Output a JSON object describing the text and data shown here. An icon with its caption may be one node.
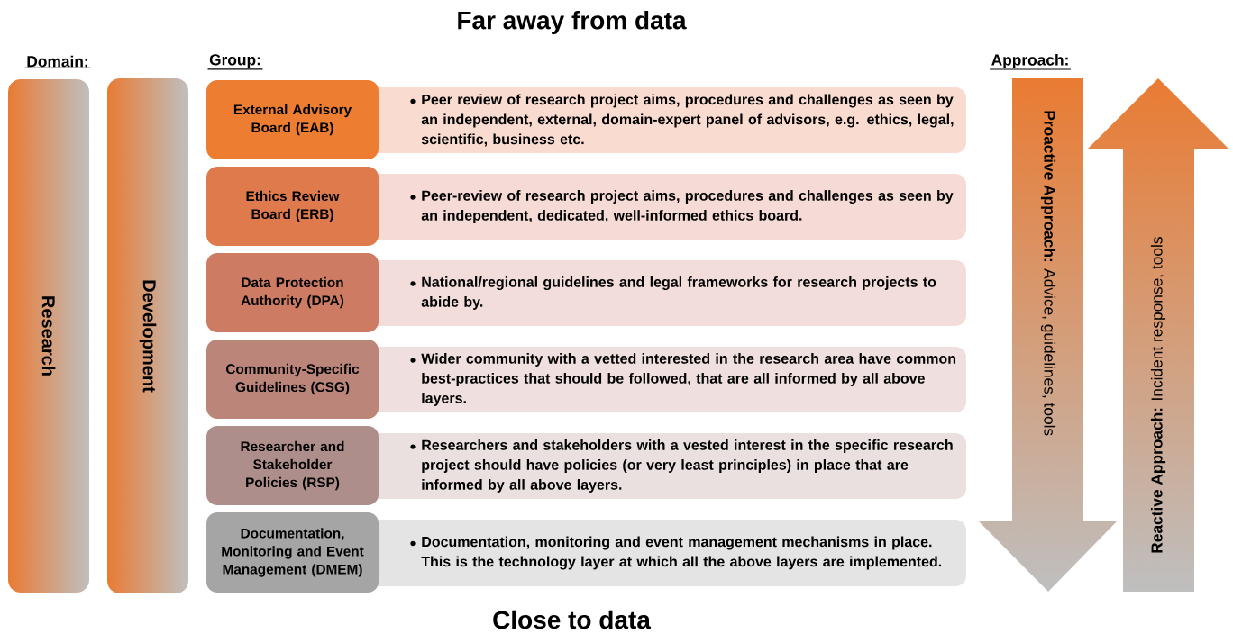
{
  "diagram": {
    "title": "Far away from data",
    "nodes": [
      {
        "text": [
          "Research"
        ]
      },
      {
        "text": [
          "Development"
        ]
      },
      {
        "text": [
          "External Advisory Board (EAB)"
        ]
      },
      {
        "text": [
          "Peer review of research project aims, procedures and challenges as seen by an independent, external, domain-expert panel of advisors, e.g. ethics, legal, scientific, business etc."
        ]
      },
      {
        "text": [
          "Ethics Review Board (ERB)"
        ]
      },
      {
        "text": [
          "Peer-review of research project aims, procedures and challenges as seen by an independent, dedicated, well-informed ethics board."
        ]
      },
      {
        "text": [
          "Data Protection Authority (DPA)"
        ]
      },
      {
        "text": [
          "National/regional guidelines and legal frameworks for research projects to abide by."
        ]
      },
      {
        "text": [
          "Community-Specific Guidelines (CSG)"
        ]
      },
      {
        "text": [
          "Wider community with a vetted interested in the research area have common best-practices that should be followed, that are all informed by all above layers."
        ]
      },
      {
        "text": [
          "Researcher and Stakeholder Policies (RSP)"
        ]
      },
      {
        "text": [
          "Researchers and stakeholders with a vested interest in the specific research project should have policies (or very least principles) in place that are informed by all above layers."
        ]
      },
      {
        "text": [
          "Documentation, Monitoring and Event Management (DMEM)"
        ]
      },
      {
        "text": [
          "Documentation, monitoring and event management mechanisms in place. This is the technology layer at which all the above layers are implemented."
        ]
      },
      {
        "text": [
          "**Proactive Approach:** Advice, guidelines, tools"
        ]
      },
      {
        "text": [
          "**Reactive Approach:** Incident response, tools"
        ]
      }
    ],
    "labels": [
      "Domain:",
      "Group:",
      "Approach:",
      "Close to data"
    ]
  }
}
